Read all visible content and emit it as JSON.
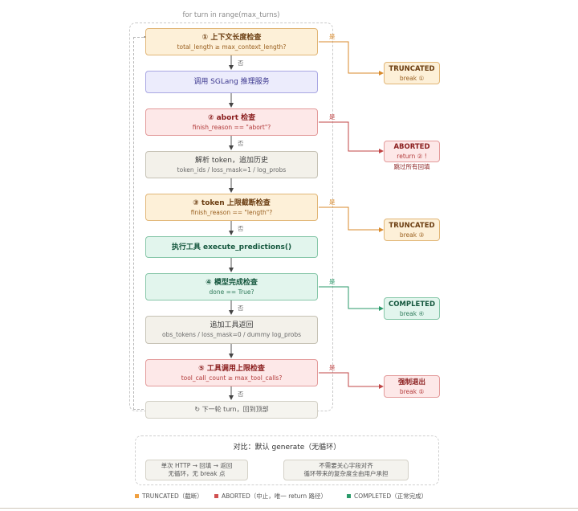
{
  "loop_label": "for turn in range(max_turns)",
  "edge_no": "否",
  "edge_yes": "是",
  "steps": [
    {
      "title": "① 上下文长度检查",
      "sub": "total_length ≥ max_context_length?"
    },
    {
      "title": "调用 SGLang 推理服务",
      "sub": ""
    },
    {
      "title": "② abort 检查",
      "sub": "finish_reason == \"abort\"?"
    },
    {
      "title": "解析 token，追加历史",
      "sub": "token_ids / loss_mask=1 / log_probs"
    },
    {
      "title": "③ token 上限截断检查",
      "sub": "finish_reason == \"length\"?"
    },
    {
      "title": "执行工具 execute_predictions()",
      "sub": ""
    },
    {
      "title": "④ 模型完成检查",
      "sub": "done == True?"
    },
    {
      "title": "追加工具返回",
      "sub": "obs_tokens / loss_mask=0 / dummy log_probs"
    },
    {
      "title": "⑤ 工具调用上限检查",
      "sub": "tool_call_count ≥ max_tool_calls?"
    }
  ],
  "loop_back": "↻ 下一轮 turn，回到顶部",
  "results": [
    {
      "title": "TRUNCATED",
      "sub": "break ①",
      "sub2": ""
    },
    {
      "title": "ABORTED",
      "sub": "return ② !",
      "sub2": "跳过所有回填"
    },
    {
      "title": "TRUNCATED",
      "sub": "break ③",
      "sub2": ""
    },
    {
      "title": "COMPLETED",
      "sub": "break ④",
      "sub2": ""
    },
    {
      "title": "强制退出",
      "sub": "break ⑤",
      "sub2": ""
    }
  ],
  "compare": {
    "title": "对比：默认 generate（无循环）",
    "left_line1": "单次 HTTP → 回填 → 返回",
    "left_line2": "无循环，无 break 点",
    "right_line1": "不需要关心字段对齐",
    "right_line2": "循环带来的复杂度全由用户承担"
  },
  "legend": [
    {
      "label": "TRUNCATED（截断）",
      "color": "#f0a040"
    },
    {
      "label": "ABORTED（中止，唯一 return 路径）",
      "color": "#d05050"
    },
    {
      "label": "COMPLETED（正常完成）",
      "color": "#2a9a6a"
    }
  ],
  "colors": {
    "truncated": "#d98a2b",
    "aborted": "#c04545",
    "completed": "#2a9a6a"
  }
}
